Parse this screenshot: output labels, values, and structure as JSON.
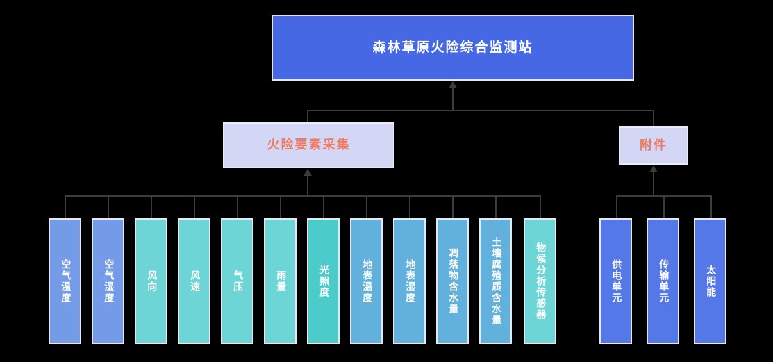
{
  "diagram": {
    "title": "森林草原火险综合监测站",
    "root": {
      "label": "森林草原火险综合监测站",
      "color": "#4668e4",
      "text_color": "#ffffff"
    },
    "groups": [
      {
        "id": "fire-elements",
        "label": "火险要素采集",
        "color": "#d4d6f5",
        "text_color": "#ee7b64"
      },
      {
        "id": "accessories",
        "label": "附件",
        "color": "#d4d6f5",
        "text_color": "#ee7b64"
      }
    ],
    "fire_element_nodes": [
      {
        "label": "空气温度",
        "color": "#739be8"
      },
      {
        "label": "空气湿度",
        "color": "#739be8"
      },
      {
        "label": "风向",
        "color": "#6dd5d5"
      },
      {
        "label": "风速",
        "color": "#6dd5d5"
      },
      {
        "label": "气压",
        "color": "#6dd5d5"
      },
      {
        "label": "雨量",
        "color": "#6dd5d5"
      },
      {
        "label": "光照度",
        "color": "#4ccbcb"
      },
      {
        "label": "地表温度",
        "color": "#62b0dc"
      },
      {
        "label": "地表湿度",
        "color": "#62b0dc"
      },
      {
        "label": "凋落物含水量",
        "color": "#62b0dc"
      },
      {
        "label": "土壤腐殖质含水量",
        "color": "#62b0dc"
      },
      {
        "label": "物候分析传感器",
        "color": "#6dd5d5"
      }
    ],
    "accessory_nodes": [
      {
        "label": "供电单元",
        "color": "#5578e8"
      },
      {
        "label": "传输单元",
        "color": "#5578e8"
      },
      {
        "label": "太阳能",
        "color": "#5578e8"
      }
    ],
    "palette": {
      "background": "#000000",
      "connector": "#3c3c3c",
      "node_border": "#e8e6ef",
      "royal_blue": "#4668e4",
      "periwinkle": "#739be8",
      "teal": "#6dd5d5",
      "deep_teal": "#4ccbcb",
      "sky_blue": "#62b0dc",
      "lavender": "#d4d6f5",
      "coral": "#ee7b64"
    }
  }
}
